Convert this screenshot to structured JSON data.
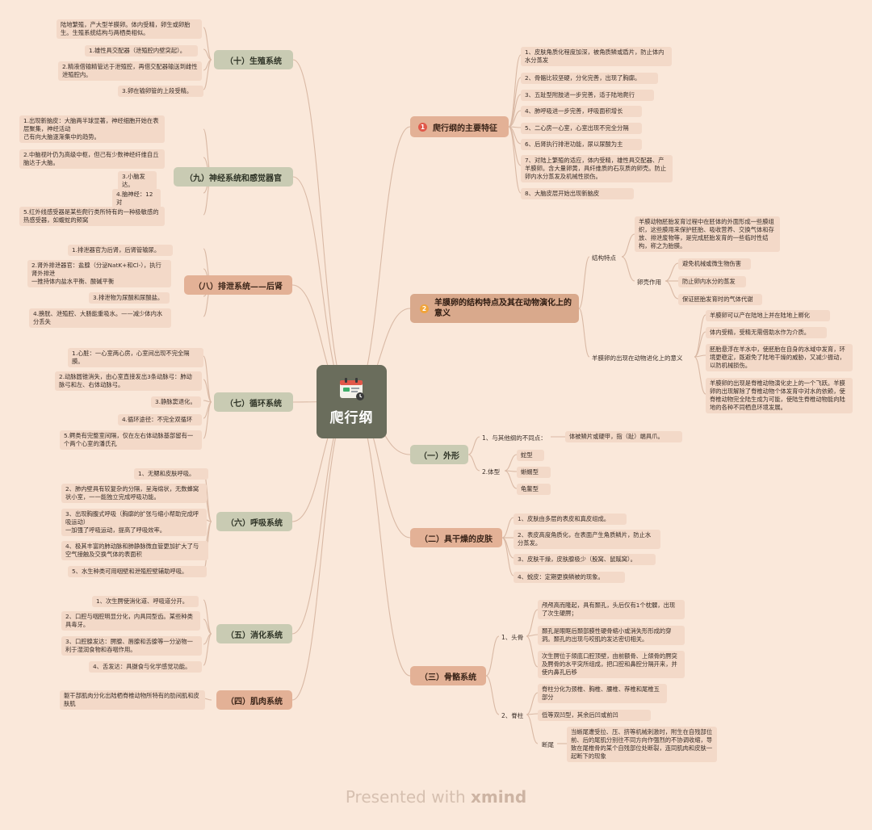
{
  "center": {
    "title": "爬行纲",
    "icon": "calendar-check-icon"
  },
  "right": {
    "b1": {
      "num": "1",
      "title": "爬行纲的主要特征",
      "items": [
        "1、皮肤角质化程度加深，被角质鳞或盾片，防止体内水分蒸发",
        "2、骨骼比较坚硬，分化完善，出现了胸廓。",
        "3、五趾型附肢进一步完善，适于陆地爬行",
        "4、肺呼吸进一步完善，呼吸面积增长",
        "5、二心房一心室，心室出现不完全分隔",
        "6、后肾执行排泄功能，尿以尿酸为主",
        "7、对陆上繁殖的适应，体内受精，雄性具交配器、产羊膜卵。含大量卵黄，具纤维质的石灰质的卵壳。防止卵内水分蒸发及机械性损伤。",
        "8、大脑皮层开始出现新脑皮"
      ]
    },
    "b2": {
      "num": "2",
      "title": "羊膜卵的结构特点及其在动物演化上的意义",
      "structure": {
        "label": "结构特点",
        "text": "羊膜动物胚胎发育过程中在胚体的外面形成一些膜组织，这些膜用来保护胚胎、吸收营养、交换气体和存放、排泄废物等，是完成胚胎发育的一些临时性结构，称之为胎膜。",
        "shell_label": "卵壳作用",
        "shell_items": [
          "避免机械或微生物伤害",
          "防止卵内水分的蒸发",
          "保证胚胎发育时的气体代谢"
        ]
      },
      "meaning": {
        "label": "羊膜卵的出现在动物进化上的意义",
        "items": [
          "羊膜卵可以产在陆地上并在陆地上孵化",
          "体内受精，受精无需借助水作为介质。",
          "胚胎悬浮在羊水中，使胚胎在自身的水域中发育，环境更稳定，既避免了陆地干燥的威胁，又减少振动，以防机械损伤。",
          "羊膜卵的出现是脊椎动物演化史上的一个飞跃。羊膜卵的出现解除了脊椎动物个体发育中对水的依赖，使脊椎动物完全陆生成为可能，使陆生脊椎动物能向陆地的各种不同栖息环境发展。"
        ]
      }
    },
    "b3": {
      "title": "（一）外形",
      "diff_label": "1、与其他纲的不同点：",
      "diff_text": "体被鳞片或硬甲，指（趾）端具爪。",
      "type_label": "2.体型",
      "types": [
        "蛇型",
        "蜥蜴型",
        "龟鳖型"
      ]
    },
    "b4": {
      "title": "（二）具干燥的皮肤",
      "items": [
        "1、皮肤由多层的表皮和真皮组成。",
        "2、表皮高度角质化，在表面产生角质鳞片，防止水分蒸发。",
        "3、皮肤干燥，皮肤腺极少（股窝、鼠蹊窝）。",
        "4、蜕皮：定期更换鳞被的现象。"
      ]
    },
    "b5": {
      "title": "（三）骨骼系统",
      "skull_label": "1、头骨",
      "skull_items": [
        "颅颅高而隆起，具有颞孔，头后仅有1个枕髁，出现了次生硬腭；",
        "颞孔是眼眶后颞部膜性硬骨缩小或消失形形成的穿洞。颞孔的出现与咬肌的发达密切相关。",
        "次生腭位于颌底口腔顶壁，由前额骨、上颌骨的腭突及腭骨的水平突所组成，把口腔和鼻腔分隔开来，并使内鼻孔后移"
      ],
      "spine_label": "2、脊柱",
      "spine_items": [
        "脊柱分化为颈椎、胸椎、腰椎、荐椎和尾椎五部分",
        "低等双凹型，其余后凹或前凹"
      ],
      "tail_label": "断尾",
      "tail_text": "当蜥尾遭受拉、压、挤等机械刺激时，附生在自残部位前、后的尾肌分别往不同方向作强烈的不协调收缩，导致在尾椎骨的某个自残部位处断裂，连同肌肉和皮肤一起断下的现象"
    }
  },
  "left": {
    "b10": {
      "title": "（十）生殖系统",
      "items": [
        "陆地繁殖，产大型羊膜卵。体内受精，卵生或卵胎生。生殖系统结构与两栖类相似。",
        "1.雄性具交配器（泄殖腔内壁突起）。",
        "2.精液借输精管达于泄殖腔，再借交配器输送到雌性泄殖腔内。",
        "3.卵在输卵管的上段受精。"
      ]
    },
    "b9": {
      "title": "（九）神经系统和感觉器官",
      "items": [
        "1.出现新脑皮：大脑两半球显著，神经细胞开始在表层聚集，神经活动\n己有向大脑逐渐集中的趋势。",
        "2.中脑视叶仍为高级中枢，但己有少数神经纤维自丘脑达于大脑。",
        "3.小脑发达。",
        "4.脑神经：12对",
        "5.红外线感受器是某些爬行类所特有的一种极敏感的热感受器，如蝮蛇的颊窝"
      ]
    },
    "b8": {
      "title": "（八）排泄系统——后肾",
      "items": [
        "1.排泄器官为后肾，后肾管输尿。",
        "2.肾外排泄器官：盐腺（分泌NatK+和Cl-），执行肾外排泄\n一推持体内盐水平衡、酸碱平衡",
        "3.排泄物为尿酸和尿酸盐。",
        "4.膀胱、泄殖腔、大肠能重吸水。——减少体内水分丢失"
      ]
    },
    "b7": {
      "title": "（七）循环系统",
      "items": [
        "1.心脏：一心室两心房，心室间出现不完全隔膜。",
        "2.动脉圆锥消失，由心室直接发出3条动脉弓：肺动脉弓和左、右体动脉弓。",
        "3.静脉窦退化。",
        "4.循环途径：不完全双循环",
        "5.鳄类有完整室间隔，仅在左右体动脉基部留有一个两个心室的潘氏孔"
      ]
    },
    "b6": {
      "title": "（六）呼吸系统",
      "items": [
        "1、无鳃和皮肤呼吸。",
        "2、肺内壁具有较复杂的分隔，呈海绵状，无数蜂窝状小室，一一能独立完成呼吸功能。",
        "3、出现胸腹式呼吸（胸廓的扩张与缩小帮助完成呼吸运动）\n一加强了呼吸运动，提高了呼吸效率。",
        "4、极其丰富的肺动脉和肺静脉微血管更加扩大了与空气接触及交换气体的表面积",
        "5、水生种类可用咽壁和泄殖腔壁辅助呼吸。"
      ]
    },
    "b5": {
      "title": "（五）消化系统",
      "items": [
        "1、次生腭使消化道、呼吸道分开。",
        "2、口腔与咽腔明显分化，内具同型齿。某些种类具毒牙。",
        "3、口腔腺发达：腭腺、唇腺和舌腺等一分泌物一利于湿润食物和吞咽作用。",
        "4、舌发达：具摄食与化学感觉功能。"
      ]
    },
    "b4": {
      "title": "（四）肌肉系统",
      "items": [
        "躯干部肌肉分化出陆栖脊椎动物所特有的肋间肌和皮肤肌"
      ]
    }
  },
  "footer": {
    "prefix": "Presented with ",
    "brand": "xmind"
  },
  "colors": {
    "background": "#fae8da",
    "center": "#6a6d5c",
    "green_topic": "#c9cbb3",
    "orange_topic": "#e3b196",
    "leaf": "#f3d9c8"
  }
}
